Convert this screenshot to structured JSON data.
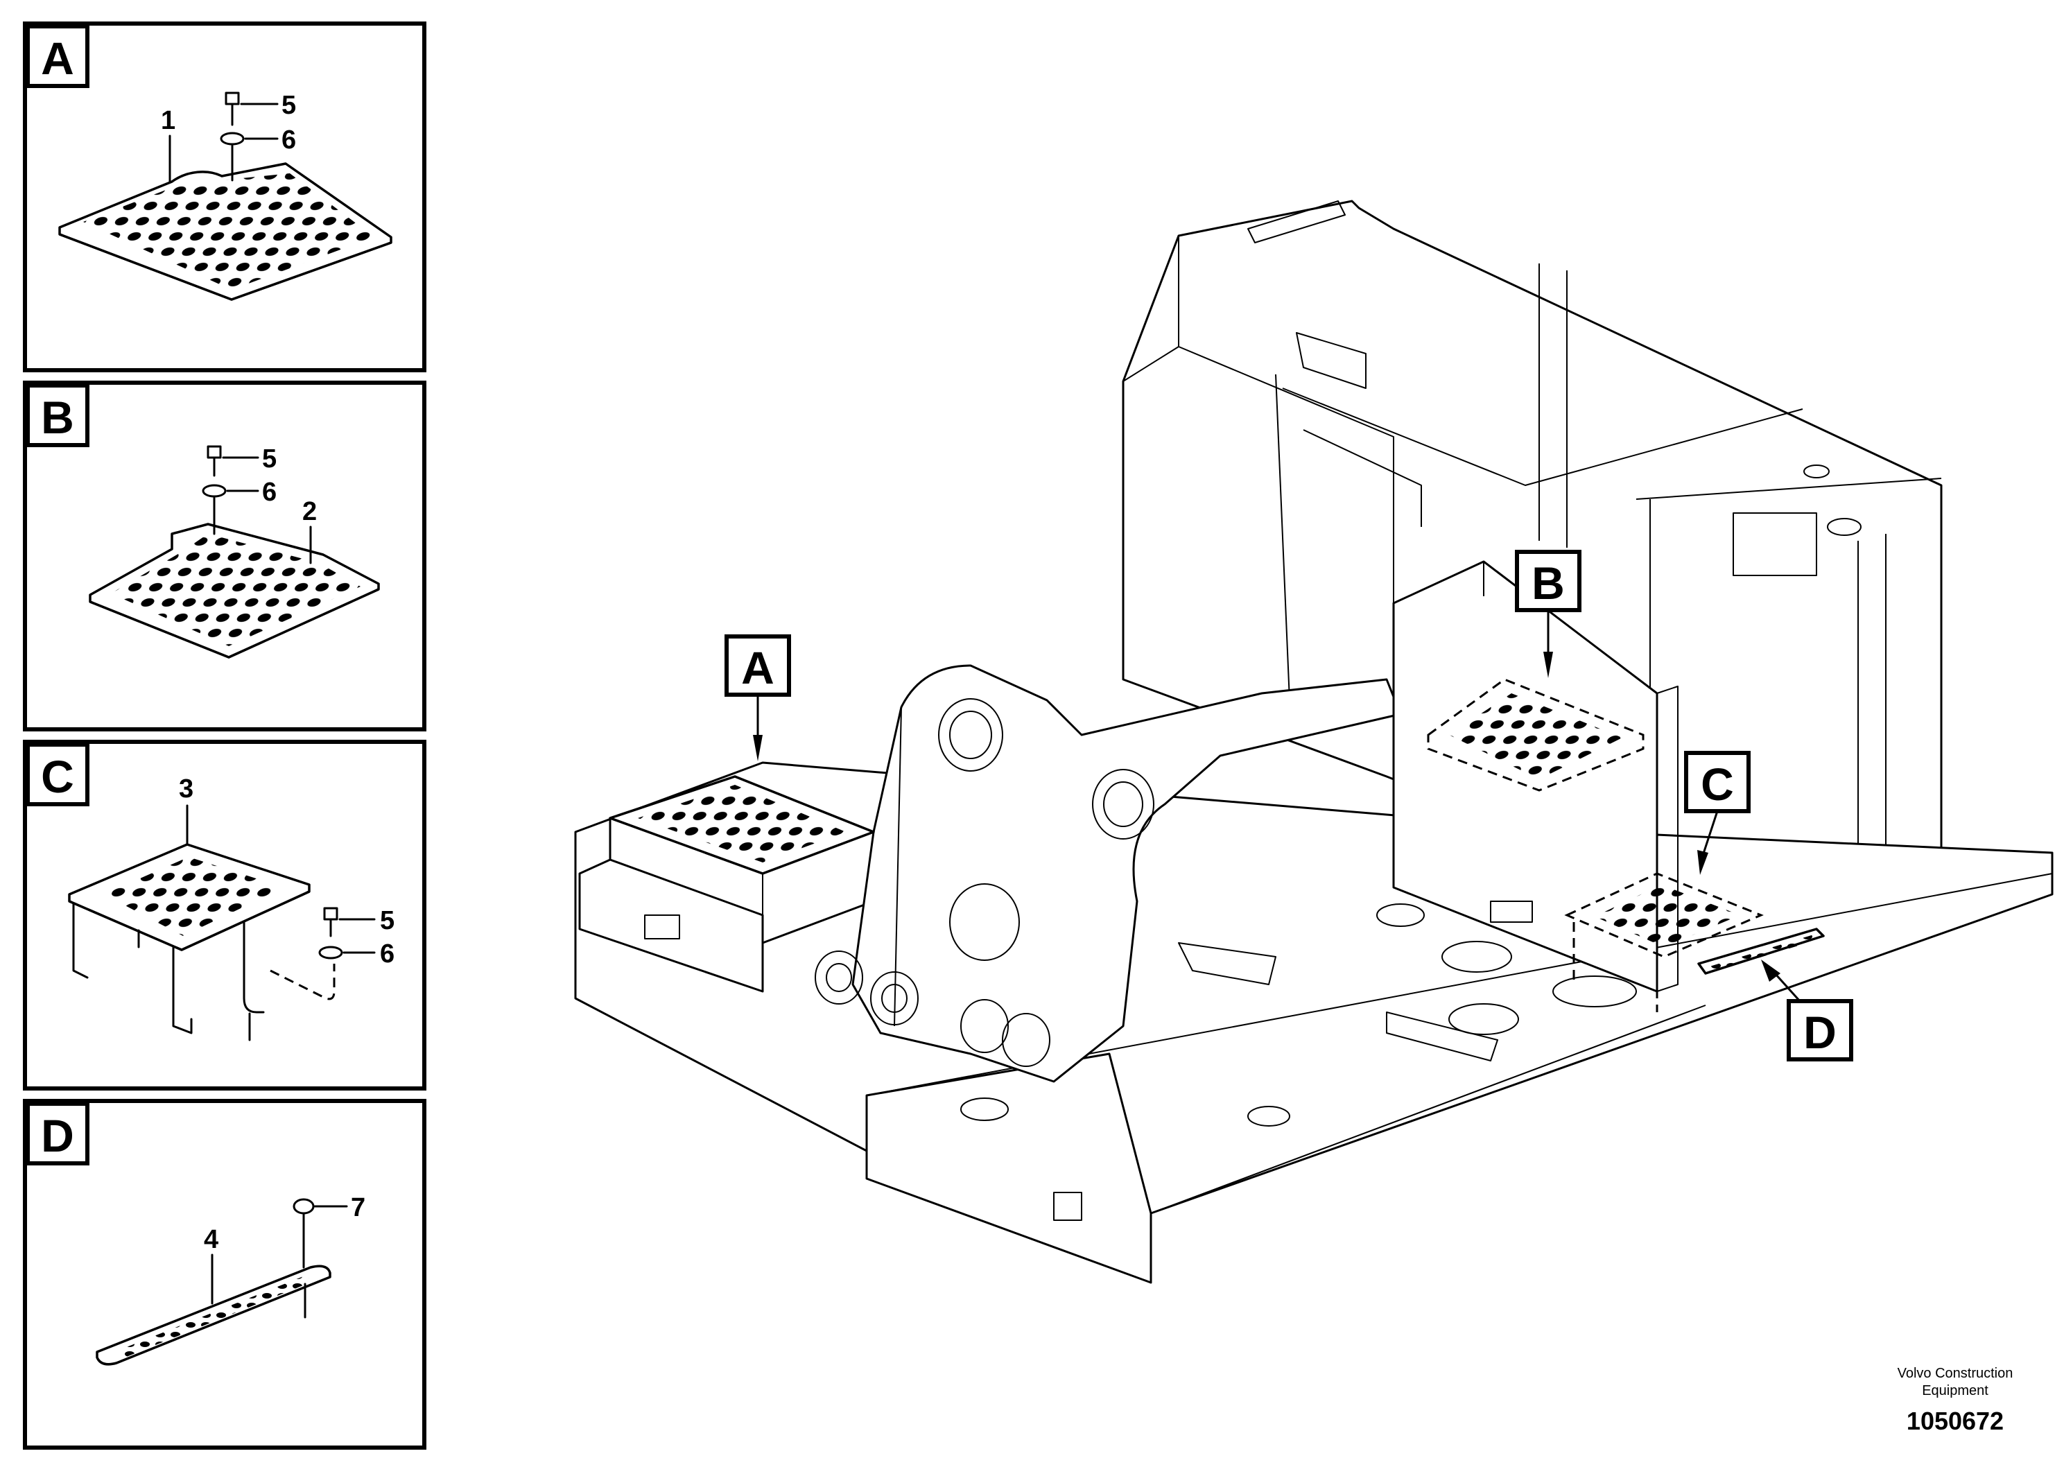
{
  "detail_panels": [
    {
      "tag": "A",
      "parts": [
        "1",
        "5",
        "6"
      ]
    },
    {
      "tag": "B",
      "parts": [
        "2",
        "5",
        "6"
      ]
    },
    {
      "tag": "C",
      "parts": [
        "3",
        "5",
        "6"
      ]
    },
    {
      "tag": "D",
      "parts": [
        "4",
        "7"
      ]
    }
  ],
  "main_callouts": [
    "A",
    "B",
    "C",
    "D"
  ],
  "footer": {
    "credit_line1": "Volvo Construction",
    "credit_line2": "Equipment",
    "document_number": "1050672"
  }
}
